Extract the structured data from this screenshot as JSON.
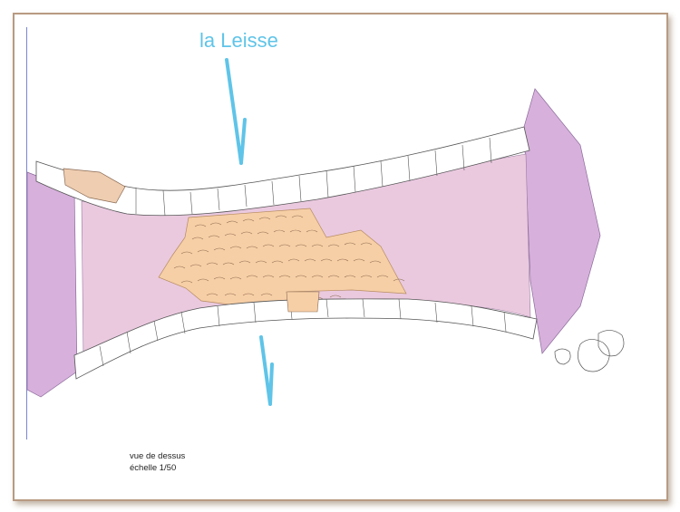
{
  "river": {
    "name": "la Leisse"
  },
  "caption": {
    "view": "vue de dessus",
    "scale": "échelle 1/50"
  },
  "colors": {
    "water_label": "#5fc4e8",
    "abutment": "#d7b0dc",
    "deck_fill": "#eac9df",
    "paving": "#f7cfa6",
    "frame_border": "#b89a82"
  }
}
